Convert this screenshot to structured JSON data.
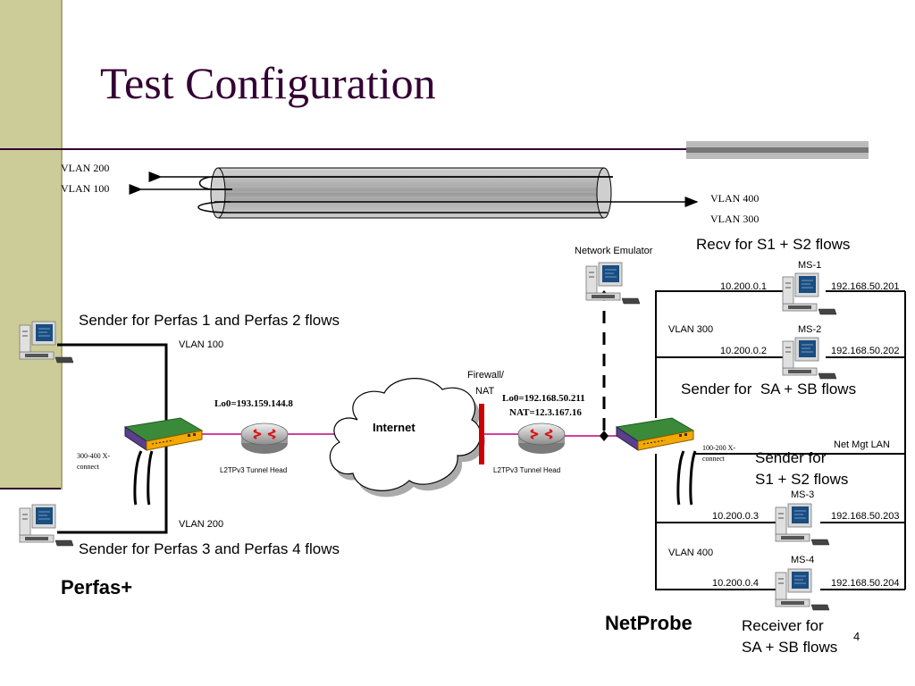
{
  "slide": {
    "title": "Test Configuration",
    "page_number": "4"
  },
  "tunnel": {
    "vlan_200": "VLAN 200",
    "vlan_100": "VLAN 100",
    "vlan_400": "VLAN 400",
    "vlan_300": "VLAN 300"
  },
  "left": {
    "sender_top": "Sender for Perfas 1 and Perfas 2 flows",
    "vlan_100": "VLAN 100",
    "xconnect": "300-400 X-connect",
    "vlan_200": "VLAN 200",
    "sender_bottom": "Sender for Perfas 3 and Perfas 4 flows",
    "brand": "Perfas+",
    "lo0": "Lo0=193.159.144.8",
    "tunnel_head": "L2TPv3 Tunnel Head"
  },
  "center": {
    "internet": "Internet",
    "firewall": "Firewall/",
    "nat": "NAT",
    "network_emulator": "Network Emulator",
    "lo0": "Lo0=192.168.50.211",
    "nat_ip": "NAT=12.3.167.16",
    "tunnel_head": "L2TPv3 Tunnel Head"
  },
  "right": {
    "recv_s1s2": "Recv for S1 + S2 flows",
    "ms1": "MS-1",
    "ms1_left_ip": "10.200.0.1",
    "ms1_right_ip": "192.168.50.201",
    "vlan_300": "VLAN 300",
    "ms2": "MS-2",
    "ms2_left_ip": "10.200.0.2",
    "ms2_right_ip": "192.168.50.202",
    "sender_sa_sb": "Sender for  SA + SB flows",
    "net_mgt_lan": "Net Mgt LAN",
    "xconnect": "100-200 X-connect",
    "sender_s1s2_line1": "Sender for",
    "sender_s1s2_line2": "S1 + S2 flows",
    "ms3": "MS-3",
    "ms3_left_ip": "10.200.0.3",
    "ms3_right_ip": "192.168.50.203",
    "vlan_400": "VLAN 400",
    "ms4": "MS-4",
    "ms4_left_ip": "10.200.0.4",
    "ms4_right_ip": "192.168.50.204",
    "brand": "NetProbe",
    "receiver_line1": "Receiver for",
    "receiver_line2": "SA + SB flows"
  }
}
